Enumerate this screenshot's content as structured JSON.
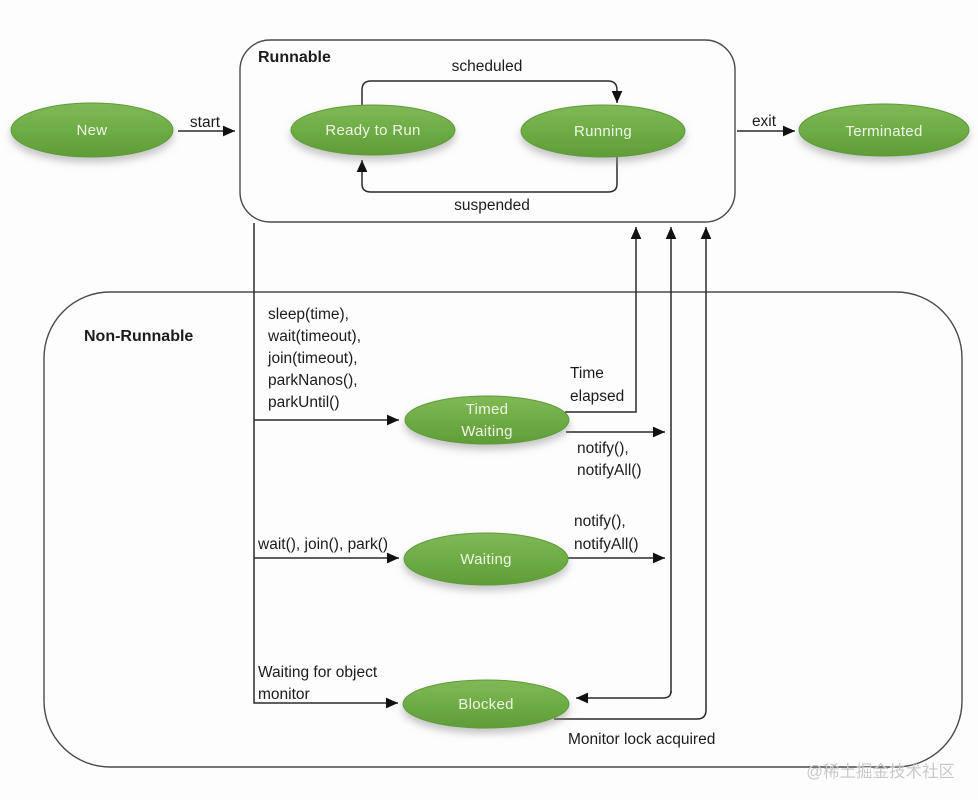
{
  "containers": {
    "runnable": {
      "label": "Runnable"
    },
    "non_runnable": {
      "label": "Non-Runnable"
    }
  },
  "states": {
    "new": {
      "label": "New"
    },
    "ready_to_run": {
      "label": "Ready to Run"
    },
    "running": {
      "label": "Running"
    },
    "terminated": {
      "label": "Terminated"
    },
    "timed_waiting": {
      "line1": "Timed",
      "line2": "Waiting"
    },
    "waiting": {
      "label": "Waiting"
    },
    "blocked": {
      "label": "Blocked"
    }
  },
  "edges": {
    "start": "start",
    "scheduled": "scheduled",
    "suspended": "suspended",
    "exit": "exit",
    "sleep_lines": [
      "sleep(time),",
      "wait(timeout),",
      "join(timeout),",
      "parkNanos(),",
      "parkUntil()"
    ],
    "time_elapsed": {
      "line1": "Time",
      "line2": "elapsed"
    },
    "notify_from_timed": {
      "line1": "notify(),",
      "line2": "notifyAll()"
    },
    "notify_from_waiting": {
      "line1": "notify(),",
      "line2": "notifyAll()"
    },
    "wait_join_park": "wait(), join(), park()",
    "object_monitor": {
      "line1": "Waiting for object",
      "line2": "monitor"
    },
    "monitor_acquired": "Monitor lock acquired"
  },
  "watermark": "@稀土掘金技术社区",
  "colors": {
    "node_green_light": "#7fb857",
    "node_green": "#6cab44",
    "node_green_dark": "#5f9c38",
    "line": "#2b2b2b",
    "node_text": "#eff7e5",
    "watermark": "#c9c9c9"
  }
}
